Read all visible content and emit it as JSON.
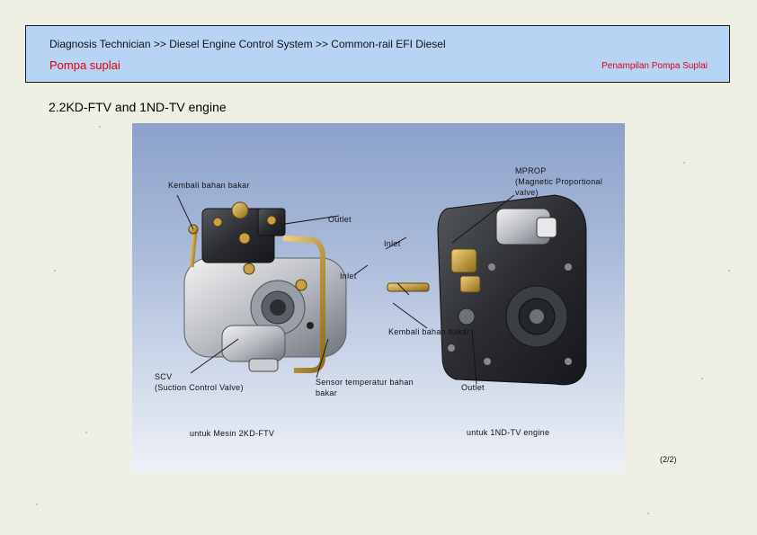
{
  "header": {
    "breadcrumb": "Diagnosis Technician >> Diesel Engine Control System >> Common-rail EFI Diesel",
    "title": "Pompa suplai",
    "link": "Penampilan Pompa Suplai"
  },
  "section_heading": "2.2KD-FTV and 1ND-TV engine",
  "figure": {
    "labels": {
      "return_fuel_left": "Kembali bahan bakar",
      "mprop_line1": "MPROP",
      "mprop_line2": "(Magnetic Proportional",
      "mprop_line3": "valve)",
      "outlet_top": "Outlet",
      "inlet_right": "Inlet",
      "inlet_left": "Inlet",
      "return_fuel_right": "Kembali bahan bakar",
      "scv_line1": "SCV",
      "scv_line2": "(Suction Control Valve)",
      "sensor_line1": "Sensor temperatur bahan",
      "sensor_line2": "bakar",
      "outlet_bottom": "Outlet",
      "caption_left": "untuk Mesin 2KD-FTV",
      "caption_right": "untuk 1ND-TV engine"
    }
  },
  "page_number": "(2/2)"
}
